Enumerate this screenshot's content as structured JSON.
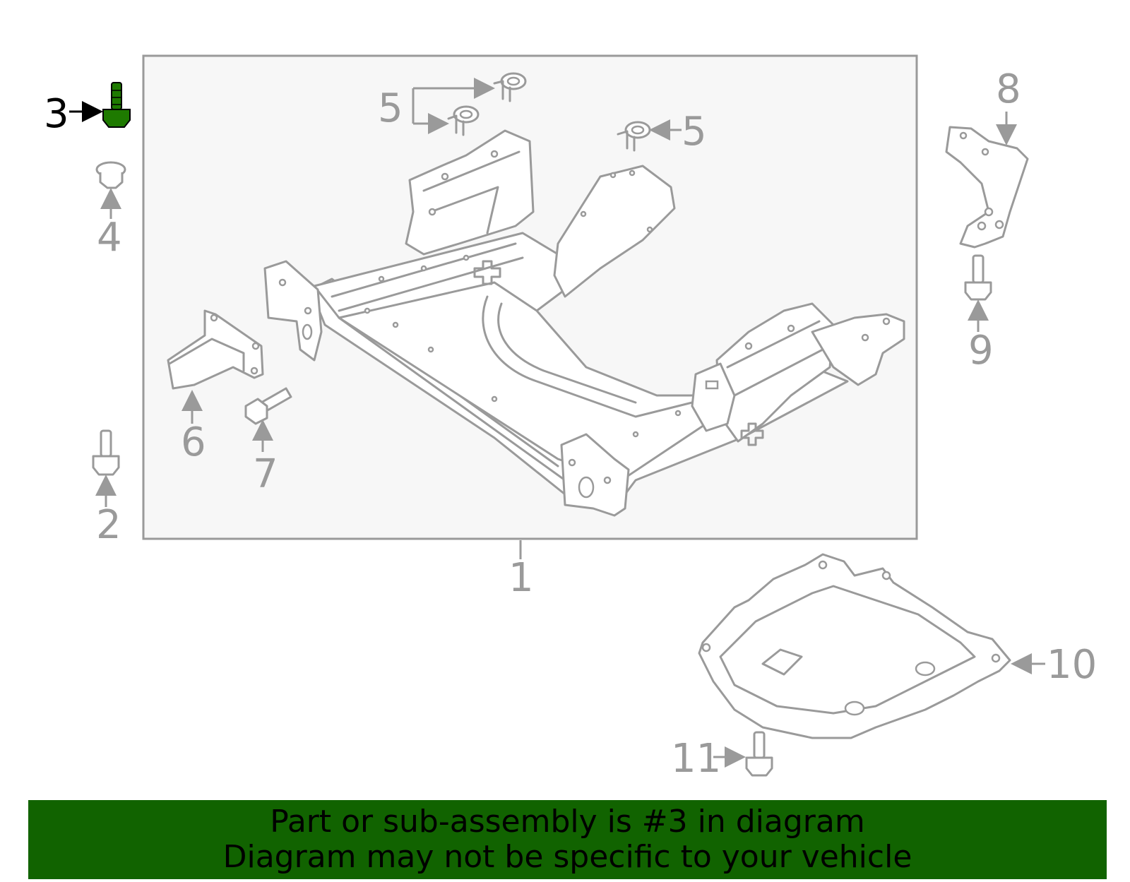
{
  "diagram": {
    "callouts": {
      "c1": "1",
      "c2": "2",
      "c3": "3",
      "c4": "4",
      "c5a": "5",
      "c5b": "5",
      "c6": "6",
      "c7": "7",
      "c8": "8",
      "c9": "9",
      "c10": "10",
      "c11": "11"
    },
    "highlighted_part": "3",
    "colors": {
      "line_art": "#9a9a9a",
      "highlight_part": "#1e7a00",
      "assembly_box_fill": "#f7f7f7",
      "banner_background": "#116300",
      "banner_text": "#000000"
    }
  },
  "banner": {
    "line1": "Part or sub-assembly is #3 in diagram",
    "line2": "Diagram may not be specific to your vehicle"
  }
}
